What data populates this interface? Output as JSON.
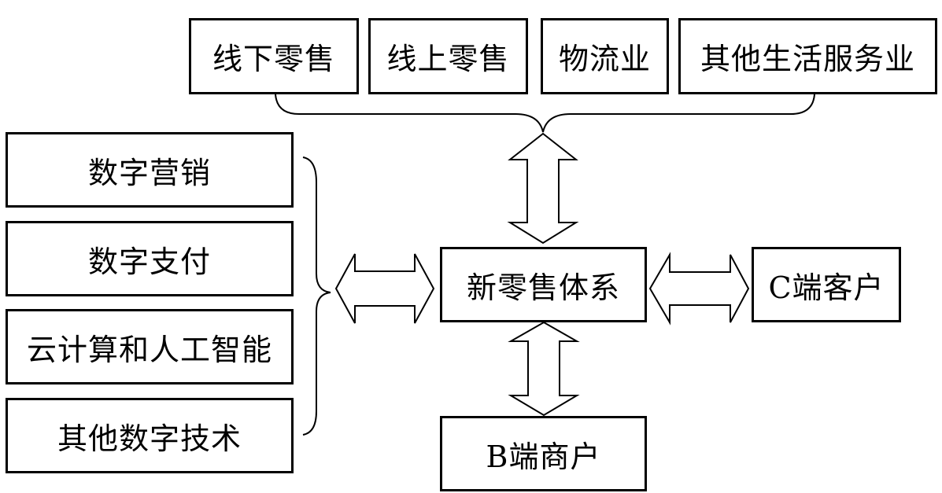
{
  "top_row": [
    {
      "label": "线下零售"
    },
    {
      "label": "线上零售"
    },
    {
      "label": "物流业"
    },
    {
      "label": "其他生活服务业"
    }
  ],
  "left_column": [
    {
      "label": "数字营销"
    },
    {
      "label": "数字支付"
    },
    {
      "label": "云计算和人工智能"
    },
    {
      "label": "其他数字技术"
    }
  ],
  "center": {
    "label": "新零售体系"
  },
  "right": {
    "label": "C端客户"
  },
  "bottom": {
    "label": "B端商户"
  }
}
